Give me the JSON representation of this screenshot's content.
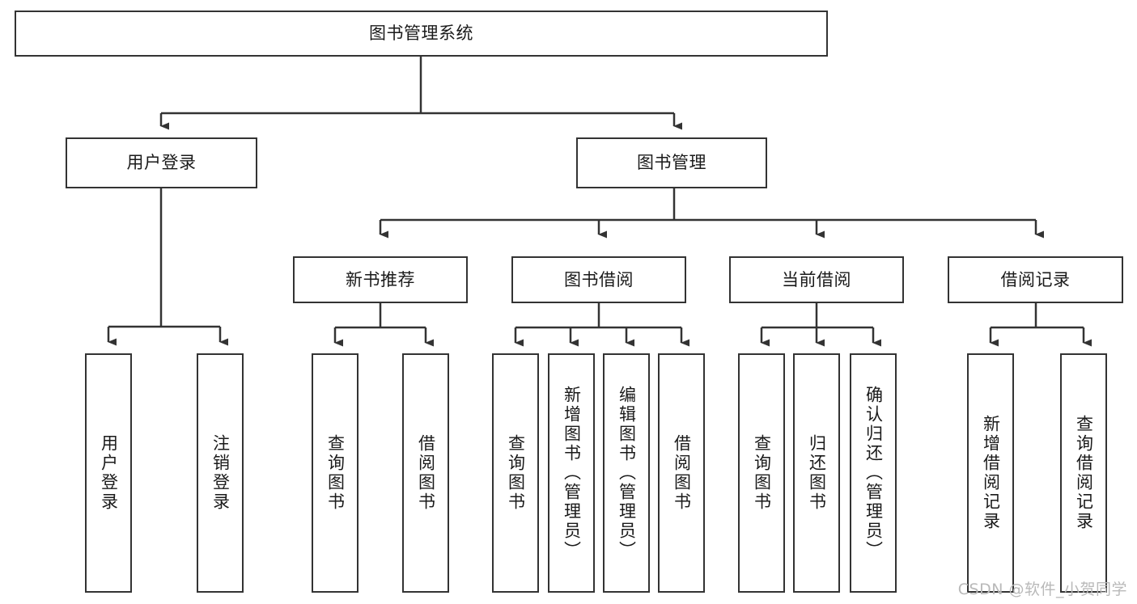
{
  "diagram": {
    "title": "图书管理系统",
    "type": "hierarchy-tree",
    "watermark": "CSDN @软件_小贺同学",
    "colors": {
      "stroke": "#333333",
      "background": "#ffffff",
      "text": "#1a1a1a",
      "watermark": "#b9b9b9"
    },
    "levels": {
      "root": {
        "label": "图书管理系统"
      },
      "level2": [
        {
          "label": "用户登录"
        },
        {
          "label": "图书管理"
        }
      ],
      "level3": [
        {
          "label": "新书推荐"
        },
        {
          "label": "图书借阅"
        },
        {
          "label": "当前借阅"
        },
        {
          "label": "借阅记录"
        }
      ],
      "leaves": [
        {
          "label": "用户登录",
          "parent": "用户登录"
        },
        {
          "label": "注销登录",
          "parent": "用户登录"
        },
        {
          "label": "查询图书",
          "parent": "新书推荐"
        },
        {
          "label": "借阅图书",
          "parent": "新书推荐"
        },
        {
          "label": "查询图书",
          "parent": "图书借阅"
        },
        {
          "label": "新增图书（管理员）",
          "parent": "图书借阅"
        },
        {
          "label": "编辑图书（管理员）",
          "parent": "图书借阅"
        },
        {
          "label": "借阅图书",
          "parent": "图书借阅"
        },
        {
          "label": "查询图书",
          "parent": "当前借阅"
        },
        {
          "label": "归还图书",
          "parent": "当前借阅"
        },
        {
          "label": "确认归还（管理员）",
          "parent": "当前借阅"
        },
        {
          "label": "新增借阅记录",
          "parent": "借阅记录"
        },
        {
          "label": "查询借阅记录",
          "parent": "借阅记录"
        }
      ]
    }
  }
}
